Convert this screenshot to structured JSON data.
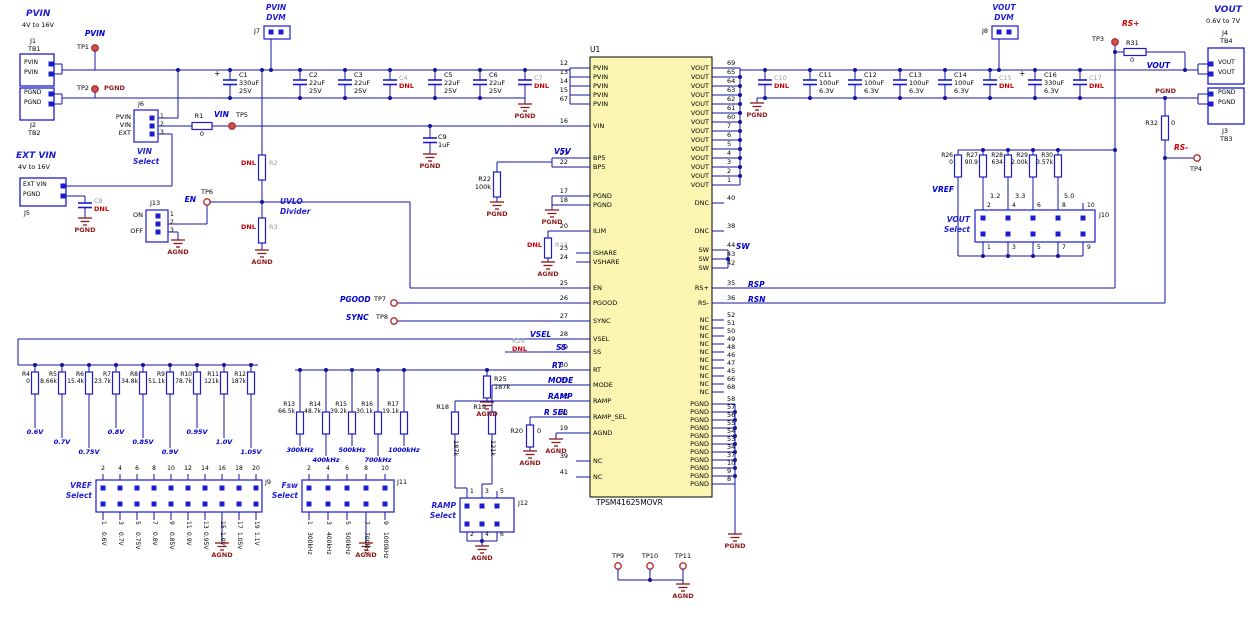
{
  "colors": {
    "wire": "#1414A0",
    "component": "#1C1CCE",
    "net": "#0000D2",
    "title": "#1F1FD0",
    "dnl": "#D00000",
    "grey_ref": "#9A9A9A",
    "ground": "#8B1A1A",
    "ic_fill": "#FAF6B2",
    "text": "#000000",
    "tp_fill": "#D05050",
    "tp_stroke": "#B03030"
  },
  "ic": {
    "ref": "U1",
    "part_number": "TPSM41625MOVR",
    "left_pins": [
      {
        "num": "12",
        "name": "PVIN"
      },
      {
        "num": "13",
        "name": "PVIN"
      },
      {
        "num": "14",
        "name": "PVIN"
      },
      {
        "num": "15",
        "name": "PVIN"
      },
      {
        "num": "67",
        "name": "PVIN"
      },
      {
        "num": "16",
        "name": "VIN"
      },
      {
        "num": "21",
        "name": "BP5"
      },
      {
        "num": "22",
        "name": "BP5"
      },
      {
        "num": "17",
        "name": "PGND"
      },
      {
        "num": "18",
        "name": "PGND"
      },
      {
        "num": "20",
        "name": "ILIM"
      },
      {
        "num": "23",
        "name": "ISHARE"
      },
      {
        "num": "24",
        "name": "VSHARE"
      },
      {
        "num": "25",
        "name": "EN"
      },
      {
        "num": "26",
        "name": "PGOOD"
      },
      {
        "num": "27",
        "name": "SYNC"
      },
      {
        "num": "28",
        "name": "VSEL"
      },
      {
        "num": "29",
        "name": "SS"
      },
      {
        "num": "30",
        "name": "RT"
      },
      {
        "num": "31",
        "name": "MODE"
      },
      {
        "num": "32",
        "name": "RAMP"
      },
      {
        "num": "33",
        "name": "RAMP_SEL"
      },
      {
        "num": "19",
        "name": "AGND"
      },
      {
        "num": "39",
        "name": "NC"
      },
      {
        "num": "41",
        "name": "NC"
      }
    ],
    "right_pins": [
      {
        "num": "69",
        "name": "VOUT"
      },
      {
        "num": "65",
        "name": "VOUT"
      },
      {
        "num": "64",
        "name": "VOUT"
      },
      {
        "num": "63",
        "name": "VOUT"
      },
      {
        "num": "62",
        "name": "VOUT"
      },
      {
        "num": "61",
        "name": "VOUT"
      },
      {
        "num": "60",
        "name": "VOUT"
      },
      {
        "num": "7",
        "name": "VOUT"
      },
      {
        "num": "6",
        "name": "VOUT"
      },
      {
        "num": "5",
        "name": "VOUT"
      },
      {
        "num": "4",
        "name": "VOUT"
      },
      {
        "num": "3",
        "name": "VOUT"
      },
      {
        "num": "2",
        "name": "VOUT"
      },
      {
        "num": "1",
        "name": "VOUT"
      },
      {
        "num": "40",
        "name": "DNC"
      },
      {
        "num": "38",
        "name": "DNC"
      },
      {
        "num": "44",
        "name": "SW"
      },
      {
        "num": "43",
        "name": "SW"
      },
      {
        "num": "42",
        "name": "SW"
      },
      {
        "num": "35",
        "name": "RS+"
      },
      {
        "num": "36",
        "name": "RS-"
      },
      {
        "num": "52",
        "name": "NC"
      },
      {
        "num": "51",
        "name": "NC"
      },
      {
        "num": "50",
        "name": "NC"
      },
      {
        "num": "49",
        "name": "NC"
      },
      {
        "num": "48",
        "name": "NC"
      },
      {
        "num": "46",
        "name": "NC"
      },
      {
        "num": "47",
        "name": "NC"
      },
      {
        "num": "45",
        "name": "NC"
      },
      {
        "num": "66",
        "name": "NC"
      },
      {
        "num": "68",
        "name": "NC"
      },
      {
        "num": "58",
        "name": "PGND"
      },
      {
        "num": "57",
        "name": "PGND"
      },
      {
        "num": "56",
        "name": "PGND"
      },
      {
        "num": "55",
        "name": "PGND"
      },
      {
        "num": "54",
        "name": "PGND"
      },
      {
        "num": "53",
        "name": "PGND"
      },
      {
        "num": "34",
        "name": "PGND"
      },
      {
        "num": "37",
        "name": "PGND"
      },
      {
        "num": "10",
        "name": "PGND"
      },
      {
        "num": "9",
        "name": "PGND"
      },
      {
        "num": "8",
        "name": "PGND"
      }
    ]
  },
  "power_input": {
    "pvin_title": "PVIN",
    "pvin_range": "4V to 16V",
    "j1": {
      "ref": "J1",
      "alt": "TB1",
      "pins": [
        "PVIN",
        "PVIN"
      ]
    },
    "j2": {
      "ref": "J2",
      "alt": "TB2",
      "pins": [
        "PGND",
        "PGND"
      ]
    },
    "tp1": {
      "ref": "TP1",
      "net": "PVIN"
    },
    "tp2": {
      "ref": "TP2",
      "net": "PGND"
    },
    "ext_title": "EXT VIN",
    "ext_range": "4V to 16V",
    "j5": {
      "ref": "J5",
      "pins": [
        "EXT VIN",
        "PGND"
      ]
    },
    "c8": {
      "ref": "C8",
      "dnl": "DNL",
      "gnd": "PGND"
    },
    "j6": {
      "ref": "J6",
      "title_l1": "VIN",
      "title_l2": "Select",
      "rows": [
        {
          "label": "PVIN",
          "num": "1"
        },
        {
          "label": "VIN",
          "num": "2"
        },
        {
          "label": "EXT",
          "num": "3"
        }
      ]
    },
    "r1": {
      "ref": "R1",
      "value": "0"
    },
    "tp5": {
      "ref": "TP5",
      "net": "VIN"
    }
  },
  "input_caps": [
    {
      "ref": "C1",
      "value": "330uF",
      "voltage": "25V",
      "plus": "+"
    },
    {
      "ref": "C2",
      "value": "22uF",
      "voltage": "25V"
    },
    {
      "ref": "C3",
      "value": "22uF",
      "voltage": "25V"
    },
    {
      "ref": "C4",
      "dnl": "DNL"
    },
    {
      "ref": "C5",
      "value": "22uF",
      "voltage": "25V"
    },
    {
      "ref": "C6",
      "value": "22uF",
      "voltage": "25V"
    },
    {
      "ref": "C7",
      "dnl": "DNL"
    }
  ],
  "rails": {
    "input_gnd": "PGND",
    "output_gnd": "PGND"
  },
  "pvin_dvm": {
    "title_l1": "PVIN",
    "title_l2": "DVM",
    "ref": "J7"
  },
  "vout_dvm": {
    "title_l1": "VOUT",
    "title_l2": "DVM",
    "ref": "J8"
  },
  "c9": {
    "ref": "C9",
    "value": "1uF",
    "gnd": "PGND"
  },
  "v5v": {
    "net": "V5V",
    "r22": {
      "ref": "R22",
      "value": "100k"
    },
    "gnd": "PGND"
  },
  "pgnd_pins_gnd": "PGND",
  "ilim": {
    "r23": {
      "ref": "R23",
      "dnl": "DNL"
    },
    "gnd": "AGND"
  },
  "enable": {
    "net": "EN",
    "tp6": "TP6",
    "j13": {
      "ref": "J13",
      "on": "ON",
      "off": "OFF",
      "nums": [
        "1",
        "2",
        "3"
      ]
    },
    "gnd": "AGND",
    "uvlo_l1": "UVLO",
    "uvlo_l2": "Divider",
    "r2": {
      "ref": "R2",
      "dnl": "DNL"
    },
    "r3": {
      "ref": "R3",
      "dnl": "DNL"
    },
    "r3_gnd": "AGND"
  },
  "signals": {
    "pgood": {
      "net": "PGOOD",
      "tp": "TP7"
    },
    "sync": {
      "net": "SYNC",
      "tp": "TP8"
    },
    "vsel": "VSEL",
    "ss": {
      "net": "SS",
      "r24": {
        "ref": "R24",
        "dnl": "DNL"
      }
    },
    "rt": {
      "net": "RT",
      "r25": {
        "ref": "R25",
        "value": "187k"
      },
      "gnd": "AGND"
    },
    "mode": "MODE",
    "ramp": "RAMP",
    "rsel": "R SEL",
    "agnd_pin": "AGND"
  },
  "vref_select": {
    "title_l1": "VREF",
    "title_l2": "Select",
    "ref": "J9",
    "resistors": [
      [
        "R4",
        "0"
      ],
      [
        "R5",
        "8.66k"
      ],
      [
        "R6",
        "15.4k"
      ],
      [
        "R7",
        "23.7k"
      ],
      [
        "R8",
        "34.8k"
      ],
      [
        "R9",
        "51.1k"
      ],
      [
        "R10",
        "78.7k"
      ],
      [
        "R11",
        "121k"
      ],
      [
        "R12",
        "187k"
      ]
    ],
    "net_labels": [
      "0.6V",
      "0.7V",
      "0.75V",
      "0.8V",
      "0.85V",
      "0.9V",
      "0.95V",
      "1.0V",
      "1.05V"
    ],
    "top_nums": [
      "2",
      "4",
      "6",
      "8",
      "10",
      "12",
      "14",
      "16",
      "18",
      "20"
    ],
    "bottom_nums": [
      "1",
      "3",
      "5",
      "7",
      "9",
      "11",
      "13",
      "15",
      "17",
      "19"
    ],
    "bottom_labels": [
      "0.6V",
      "0.7V",
      "0.75V",
      "0.8V",
      "0.85V",
      "0.9V",
      "0.95V",
      "1.0V",
      "1.05V",
      "1.1V"
    ],
    "gnd": "AGND"
  },
  "fsw_select": {
    "title_l1": "Fsw",
    "title_l2": "Select",
    "ref": "J11",
    "resistors": [
      [
        "R13",
        "66.5k"
      ],
      [
        "R14",
        "48.7k"
      ],
      [
        "R15",
        "39.2k"
      ],
      [
        "R16",
        "30.1k"
      ],
      [
        "R17",
        "19.1k"
      ]
    ],
    "net_labels": [
      "300kHz",
      "400kHz",
      "500kHz",
      "700kHz",
      "1000kHz"
    ],
    "top_nums": [
      "2",
      "4",
      "6",
      "8",
      "10"
    ],
    "bottom_nums": [
      "1",
      "3",
      "5",
      "7",
      "9"
    ],
    "bottom_labels": [
      "300kHz",
      "400kHz",
      "500kHz",
      "700kHz",
      "1000kHz"
    ],
    "gnd": "AGND"
  },
  "ramp_select": {
    "title_l1": "RAMP",
    "title_l2": "Select",
    "ref": "J12",
    "r18": [
      "R18",
      "187k"
    ],
    "r19": [
      "R19",
      "121k"
    ],
    "r20": [
      "R20",
      "0"
    ],
    "net_labels": [
      "187k",
      "121k"
    ],
    "top_nums": [
      "1",
      "3",
      "5"
    ],
    "bottom_nums": [
      "2",
      "4",
      "6"
    ],
    "r20_gnd": "AGND",
    "gnd": "AGND"
  },
  "output": {
    "vout_title": "VOUT",
    "vout_range": "0.6V to 7V",
    "j4": {
      "ref": "J4",
      "alt": "TB4",
      "pins": [
        "VOUT",
        "VOUT"
      ]
    },
    "j3": {
      "ref": "J3",
      "alt": "TB3",
      "pins": [
        "PGND",
        "PGND"
      ]
    },
    "pgnd_net": "PGND",
    "tp3": {
      "ref": "TP3",
      "net": "RS+"
    },
    "tp4": {
      "ref": "TP4",
      "net": "RS-"
    },
    "r31": [
      "R31",
      "0"
    ],
    "r32": [
      "R32",
      "0"
    ],
    "rsp": "RSP",
    "rsn": "RSN",
    "sw": "SW",
    "gnd_bus": "PGND"
  },
  "output_caps": [
    {
      "ref": "C10",
      "dnl": "DNL"
    },
    {
      "ref": "C11",
      "value": "100uF",
      "voltage": "6.3V"
    },
    {
      "ref": "C12",
      "value": "100uF",
      "voltage": "6.3V"
    },
    {
      "ref": "C13",
      "value": "100uF",
      "voltage": "6.3V"
    },
    {
      "ref": "C14",
      "value": "100uF",
      "voltage": "6.3V"
    },
    {
      "ref": "C15",
      "dnl": "DNL"
    },
    {
      "ref": "C16",
      "value": "330uF",
      "voltage": "6.3V",
      "plus": "+"
    },
    {
      "ref": "C17",
      "dnl": "DNL"
    }
  ],
  "vout_select": {
    "title_l1": "VOUT",
    "title_l2": "Select",
    "ref": "J10",
    "resistors": [
      [
        "R26",
        "0"
      ],
      [
        "R27",
        "90.9"
      ],
      [
        "R28",
        "634"
      ],
      [
        "R29",
        "2.00k"
      ],
      [
        "R30",
        "3.57k"
      ]
    ],
    "vref_net": "VREF",
    "set_labels": [
      "1.2",
      "3.3",
      "5.0"
    ],
    "top_nums": [
      "2",
      "4",
      "6",
      "8",
      "10"
    ],
    "bottom_nums": [
      "1",
      "3",
      "5",
      "7",
      "9"
    ]
  },
  "testpoints_bottom": {
    "tp9": "TP9",
    "tp10": "TP10",
    "tp11": "TP11",
    "gnd": "AGND"
  }
}
